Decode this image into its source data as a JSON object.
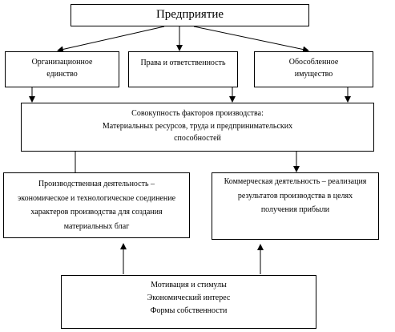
{
  "diagram": {
    "top": "Предприятие",
    "organizational": [
      "Организационное",
      "единство"
    ],
    "rights": "Права и ответственность",
    "property": [
      "Обособленное",
      "имущество"
    ],
    "factors": [
      "Совокупность факторов производства:",
      "Материальных ресурсов, труда и предпринимательских",
      "способностей"
    ],
    "production": [
      "Производственная деятельность –",
      "экономическое и технологическое соединение",
      "характеров производства для создания",
      "материальных благ"
    ],
    "commercial": [
      "Коммерческая деятельность – реализация",
      "результатов производства в целях",
      "получения прибыли"
    ],
    "motivation": [
      "Мотивация и стимулы",
      "Экономический интерес",
      "Формы собственности"
    ]
  }
}
